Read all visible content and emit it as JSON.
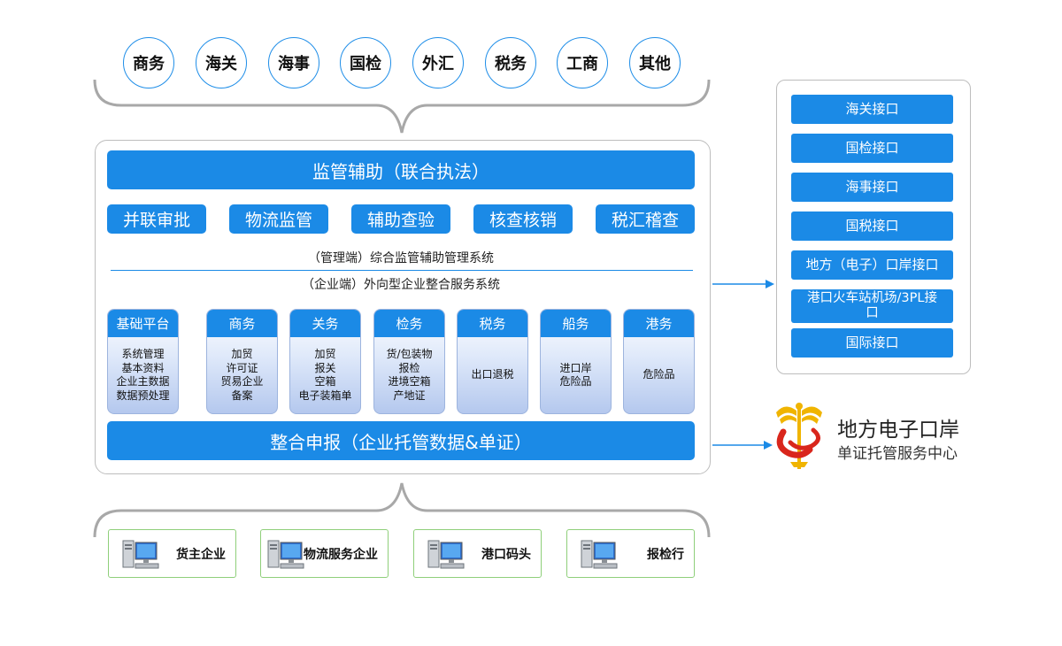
{
  "agencies": [
    "商务",
    "海关",
    "海事",
    "国检",
    "外汇",
    "税务",
    "工商",
    "其他"
  ],
  "supervision": {
    "title": "监管辅助（联合执法）",
    "functions": [
      "并联审批",
      "物流监管",
      "辅助查验",
      "核查核销",
      "税汇稽查"
    ]
  },
  "systems": {
    "management": "（管理端）综合监管辅助管理系统",
    "enterprise": "（企业端）外向型企业整合服务系统"
  },
  "modules": [
    {
      "title": "基础平台",
      "items": [
        "系统管理",
        "基本资料",
        "企业主数据",
        "数据预处理"
      ]
    },
    {
      "title": "商务",
      "items": [
        "加贸",
        "许可证",
        "贸易企业",
        "备案"
      ]
    },
    {
      "title": "关务",
      "items": [
        "加贸",
        "报关",
        "空箱",
        "电子装箱单"
      ]
    },
    {
      "title": "检务",
      "items": [
        "货/包装物",
        "报检",
        "进境空箱",
        "产地证"
      ]
    },
    {
      "title": "税务",
      "items": [
        "出口退税"
      ]
    },
    {
      "title": "船务",
      "items": [
        "进口岸",
        "危险品"
      ]
    },
    {
      "title": "港务",
      "items": [
        "危险品"
      ]
    }
  ],
  "declaration": "整合申报（企业托管数据&单证）",
  "interfaces": [
    "海关接口",
    "国检接口",
    "海事接口",
    "国税接口",
    "地方（电子）口岸接口",
    "港口火车站机场/3PL接口",
    "国际接口"
  ],
  "brand": {
    "name": "地方电子口岸",
    "subtitle": "单证托管服务中心"
  },
  "clients": [
    "货主企业",
    "物流服务企业",
    "港口码头",
    "报检行"
  ],
  "colors": {
    "primary": "#1b8ae6",
    "panel_border": "#bdbdbd",
    "client_border": "#8fcf7a",
    "logo_red": "#d9261c",
    "logo_gold": "#f0b400"
  }
}
